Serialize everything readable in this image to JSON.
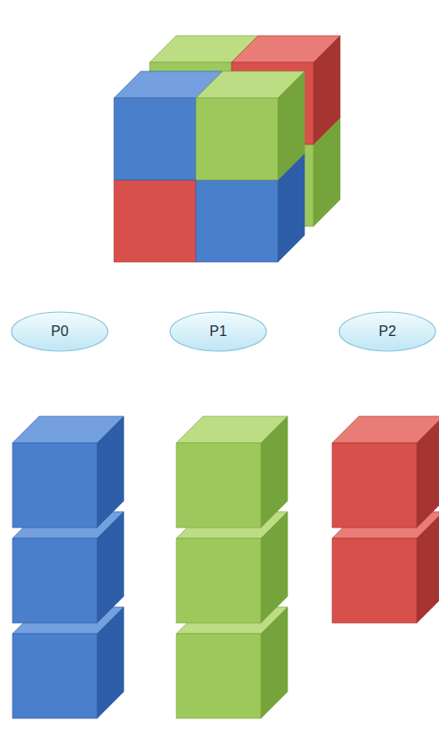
{
  "diagram": {
    "nodes": [
      {
        "text": [
          "P0"
        ]
      },
      {
        "text": [
          "P1"
        ]
      },
      {
        "text": [
          "P2"
        ]
      }
    ]
  }
}
